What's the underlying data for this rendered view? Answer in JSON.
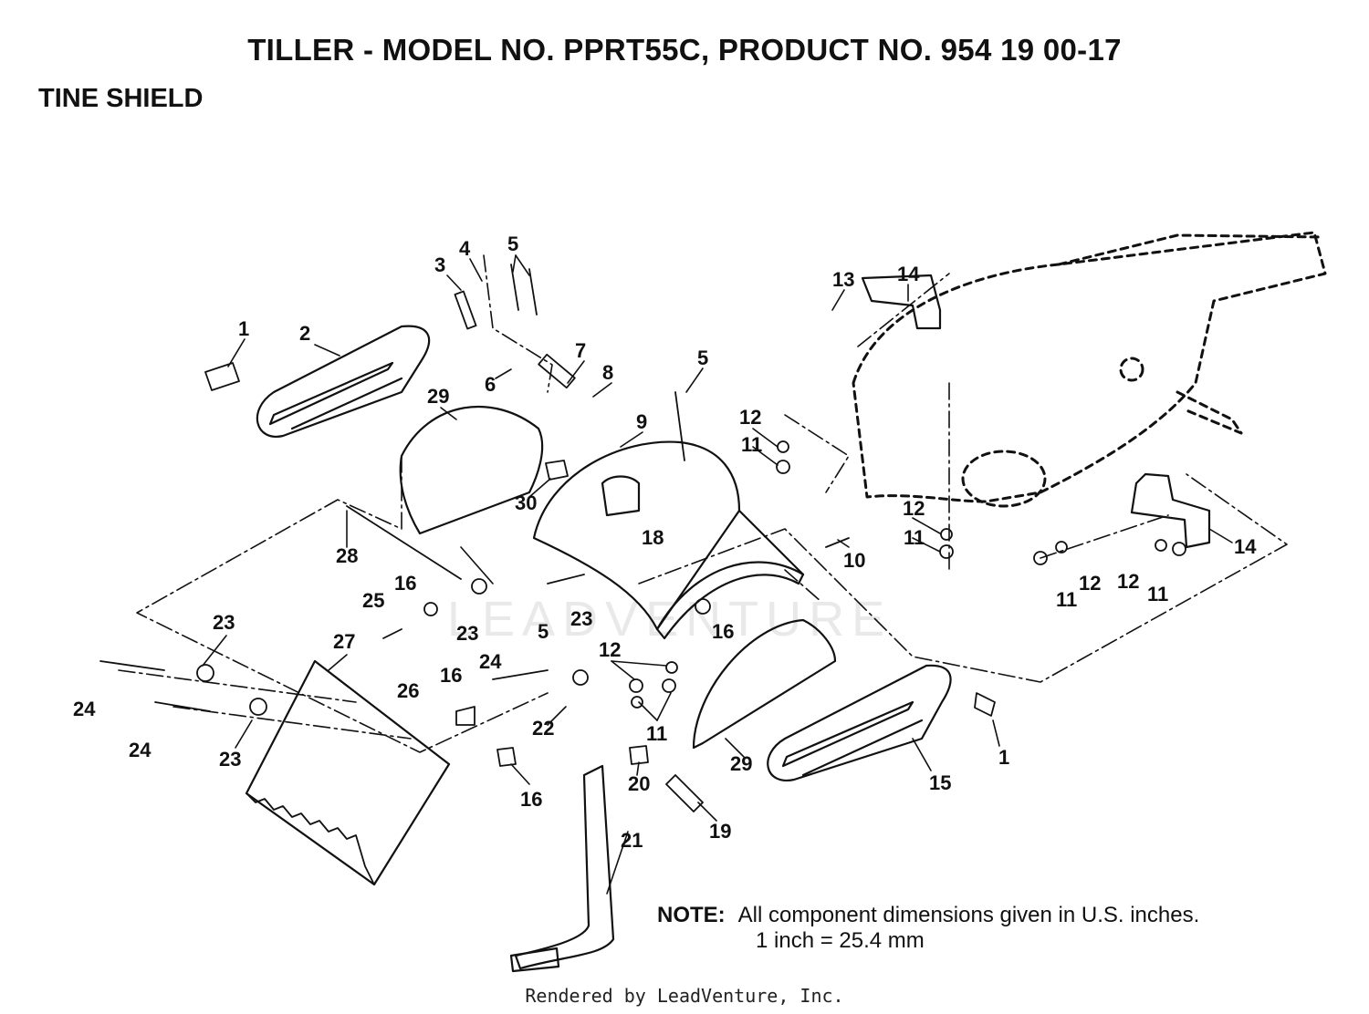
{
  "header": {
    "title": "TILLER - MODEL NO. PPRT55C, PRODUCT NO. 954 19 00-17",
    "section": "TINE SHIELD"
  },
  "callouts": [
    {
      "id": "c1a",
      "label": "1"
    },
    {
      "id": "c2",
      "label": "2"
    },
    {
      "id": "c3",
      "label": "3"
    },
    {
      "id": "c4",
      "label": "4"
    },
    {
      "id": "c5a",
      "label": "5"
    },
    {
      "id": "c5b",
      "label": "5"
    },
    {
      "id": "c5c",
      "label": "5"
    },
    {
      "id": "c6",
      "label": "6"
    },
    {
      "id": "c7",
      "label": "7"
    },
    {
      "id": "c8",
      "label": "8"
    },
    {
      "id": "c9",
      "label": "9"
    },
    {
      "id": "c10",
      "label": "10"
    },
    {
      "id": "c11a",
      "label": "11"
    },
    {
      "id": "c11b",
      "label": "11"
    },
    {
      "id": "c11c",
      "label": "11"
    },
    {
      "id": "c11d",
      "label": "11"
    },
    {
      "id": "c11e",
      "label": "11"
    },
    {
      "id": "c12a",
      "label": "12"
    },
    {
      "id": "c12b",
      "label": "12"
    },
    {
      "id": "c12c",
      "label": "12"
    },
    {
      "id": "c12d",
      "label": "12"
    },
    {
      "id": "c12e",
      "label": "12"
    },
    {
      "id": "c13",
      "label": "13"
    },
    {
      "id": "c14a",
      "label": "14"
    },
    {
      "id": "c14b",
      "label": "14"
    },
    {
      "id": "c15",
      "label": "15"
    },
    {
      "id": "c16a",
      "label": "16"
    },
    {
      "id": "c16b",
      "label": "16"
    },
    {
      "id": "c16c",
      "label": "16"
    },
    {
      "id": "c16d",
      "label": "16"
    },
    {
      "id": "c18",
      "label": "18"
    },
    {
      "id": "c19",
      "label": "19"
    },
    {
      "id": "c20",
      "label": "20"
    },
    {
      "id": "c21",
      "label": "21"
    },
    {
      "id": "c22",
      "label": "22"
    },
    {
      "id": "c23a",
      "label": "23"
    },
    {
      "id": "c23b",
      "label": "23"
    },
    {
      "id": "c23c",
      "label": "23"
    },
    {
      "id": "c23d",
      "label": "23"
    },
    {
      "id": "c24a",
      "label": "24"
    },
    {
      "id": "c24b",
      "label": "24"
    },
    {
      "id": "c24c",
      "label": "24"
    },
    {
      "id": "c25",
      "label": "25"
    },
    {
      "id": "c26",
      "label": "26"
    },
    {
      "id": "c27",
      "label": "27"
    },
    {
      "id": "c28",
      "label": "28"
    },
    {
      "id": "c29a",
      "label": "29"
    },
    {
      "id": "c29b",
      "label": "29"
    },
    {
      "id": "c30",
      "label": "30"
    },
    {
      "id": "c1b",
      "label": "1"
    }
  ],
  "note": {
    "label": "NOTE:",
    "line1": "All component dimensions given in U.S. inches.",
    "line2": "1 inch = 25.4 mm"
  },
  "watermark": "LEADVENTURE",
  "footer": "Rendered by LeadVenture, Inc."
}
